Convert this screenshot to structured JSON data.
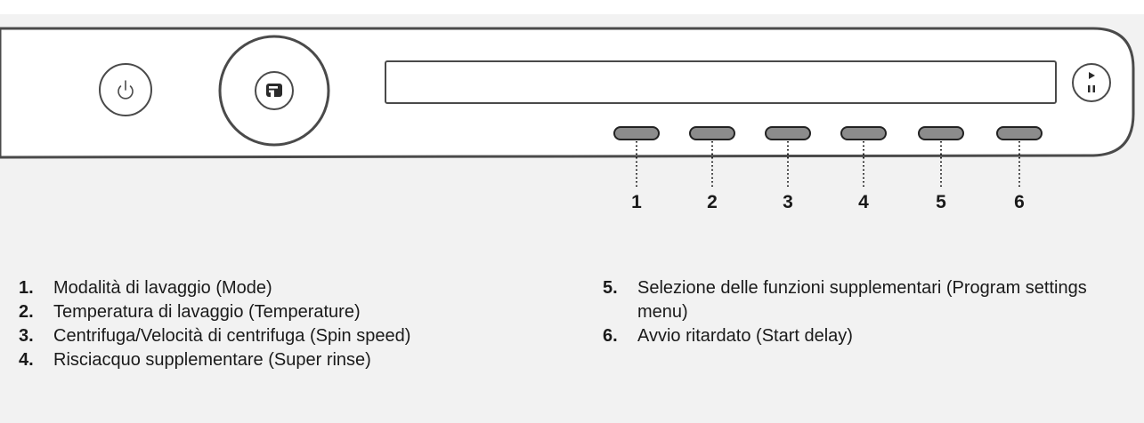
{
  "panel": {
    "power_icon": "power-icon",
    "program_knob_icon": "program-logo-icon",
    "start_pause_icon": "play-pause-icon",
    "button_color": "#8c8c8c",
    "outline_color": "#4a4a4a"
  },
  "callouts": [
    "1",
    "2",
    "3",
    "4",
    "5",
    "6"
  ],
  "legend": [
    {
      "num": "1.",
      "text": "Modalità di lavaggio (Mode)"
    },
    {
      "num": "2.",
      "text": "Temperatura di lavaggio (Temperature)"
    },
    {
      "num": "3.",
      "text": "Centrifuga/Velocità di centrifuga (Spin speed)"
    },
    {
      "num": "4.",
      "text": "Risciacquo supplementare (Super rinse)"
    },
    {
      "num": "5.",
      "text": "Selezione delle funzioni supplementari (Program settings menu)"
    },
    {
      "num": "6.",
      "text": "Avvio ritardato (Start delay)"
    }
  ]
}
